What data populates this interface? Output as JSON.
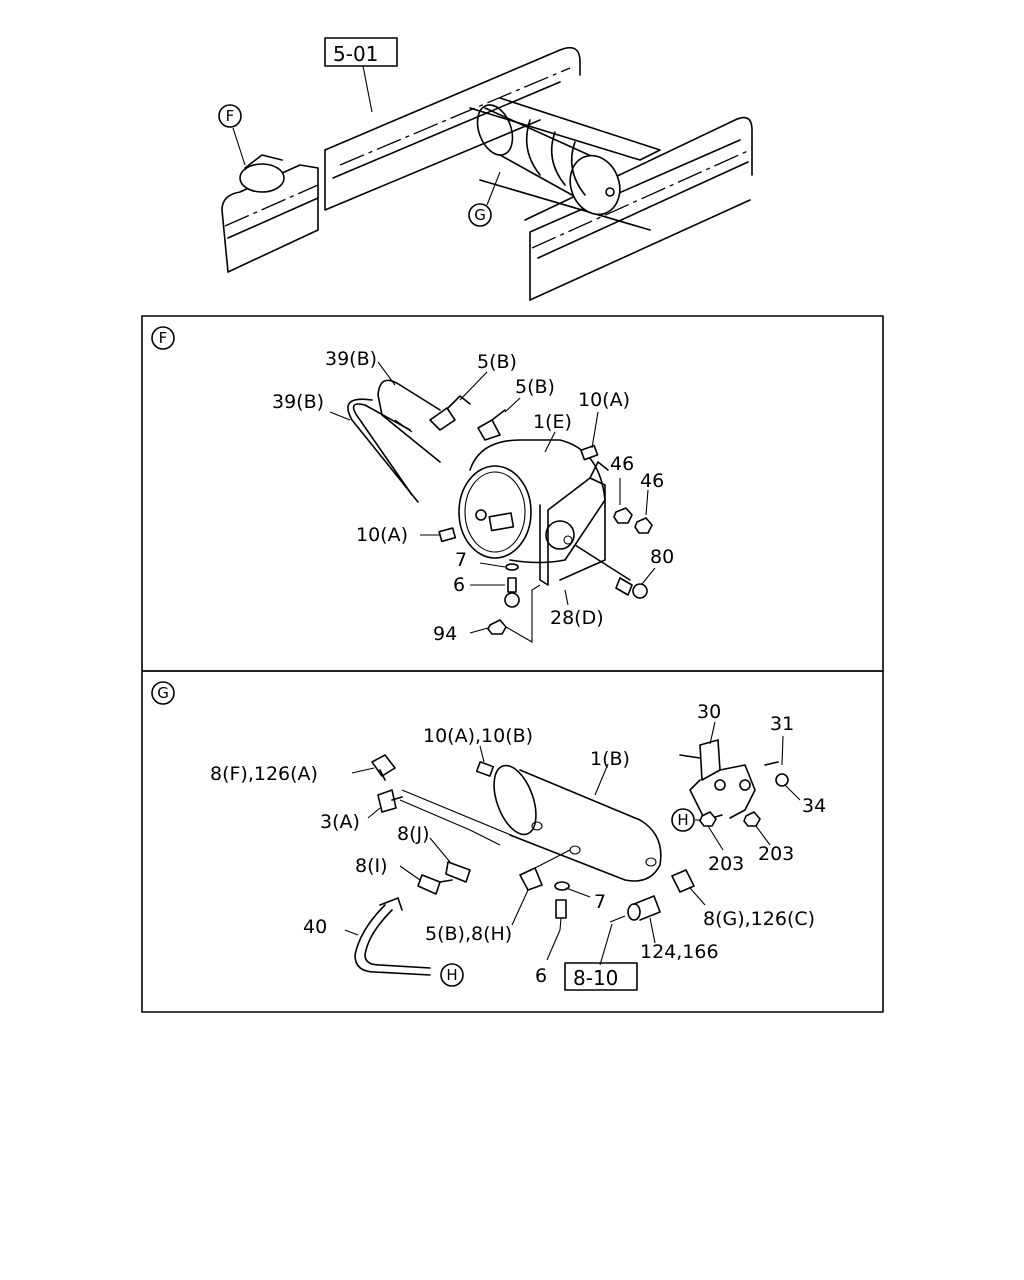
{
  "overview": {
    "ref_box": "5-01",
    "callout_f": "F",
    "callout_g": "G"
  },
  "panel_f": {
    "marker": "F",
    "labels": {
      "l39b_top": "39(B)",
      "l39b_left": "39(B)",
      "l5b_a": "5(B)",
      "l5b_b": "5(B)",
      "l10a_top": "10(A)",
      "l1e": "1(E)",
      "l46_a": "46",
      "l46_b": "46",
      "l10a_left": "10(A)",
      "l7": "7",
      "l6": "6",
      "l80": "80",
      "l28d": "28(D)",
      "l94": "94"
    }
  },
  "panel_g": {
    "marker": "G",
    "callout_h1": "H",
    "callout_h2": "H",
    "ref_box": "8-10",
    "labels": {
      "l30": "30",
      "l31": "31",
      "l34": "34",
      "l10ab": "10(A),10(B)",
      "l1b": "1(B)",
      "l8f126a": "8(F),126(A)",
      "l3a": "3(A)",
      "l8j": "8(J)",
      "l8i": "8(I)",
      "l203_a": "203",
      "l203_b": "203",
      "l7": "7",
      "l8g126c": "8(G),126(C)",
      "l40": "40",
      "l5b8h": "5(B),8(H)",
      "l124166": "124,166",
      "l6": "6"
    }
  }
}
